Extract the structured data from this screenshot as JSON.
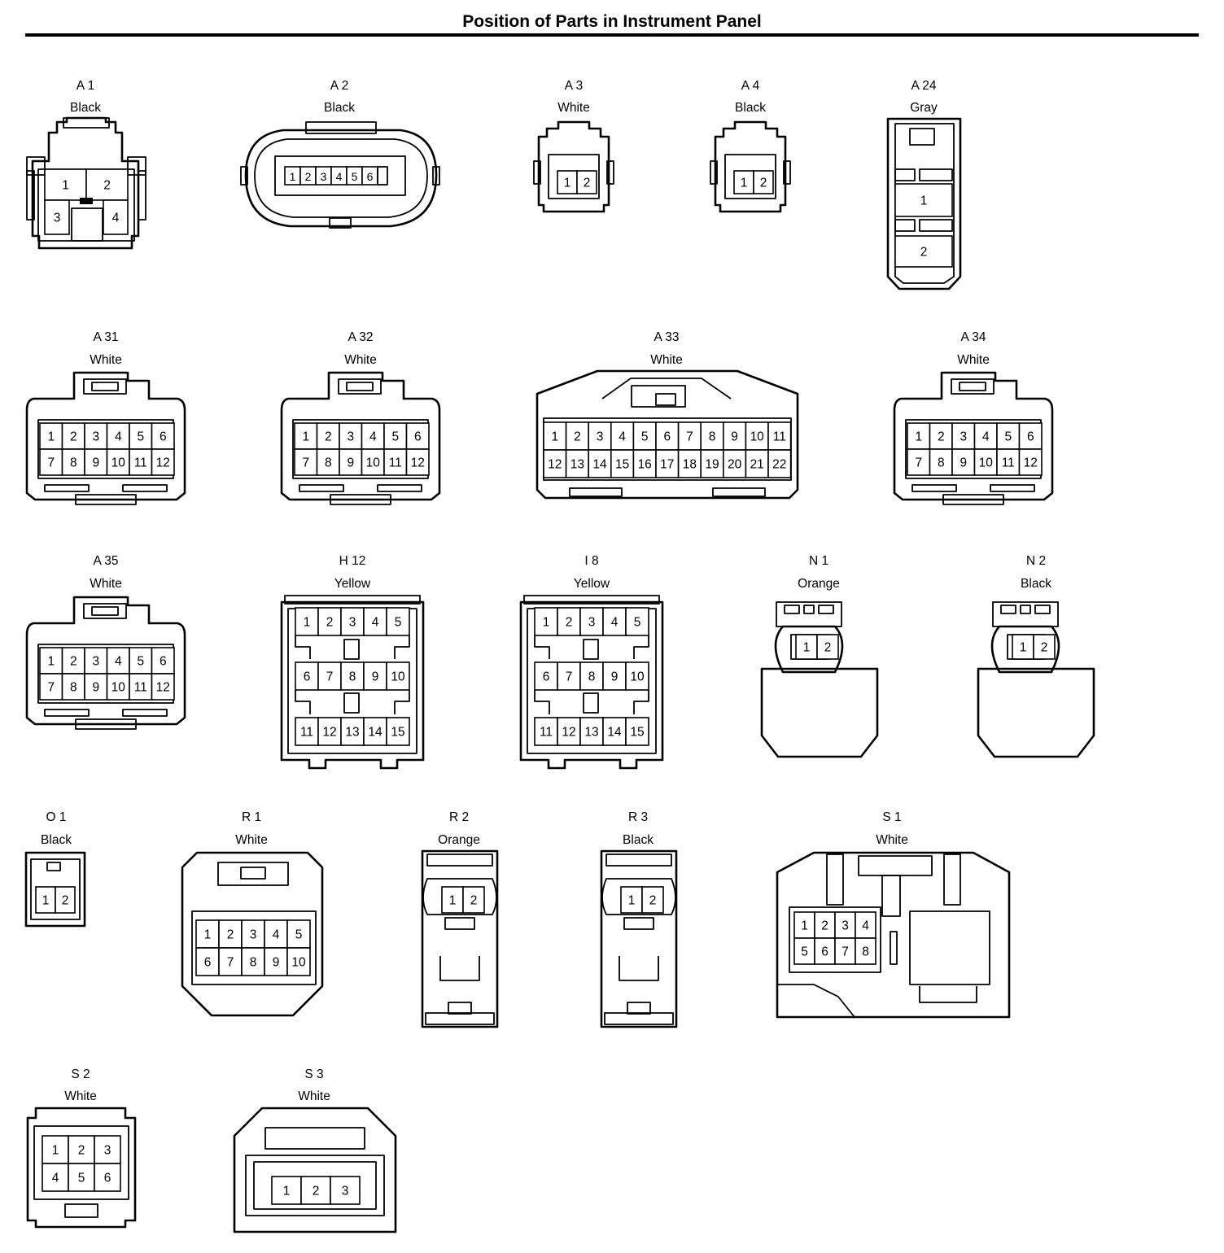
{
  "title": "Position of Parts in Instrument Panel",
  "connectors": [
    {
      "code": "A 1",
      "color": "Black",
      "pins": [
        "1",
        "2",
        "3",
        "4"
      ]
    },
    {
      "code": "A 2",
      "color": "Black",
      "pins": [
        "1",
        "2",
        "3",
        "4",
        "5",
        "6"
      ]
    },
    {
      "code": "A 3",
      "color": "White",
      "pins": [
        "1",
        "2"
      ]
    },
    {
      "code": "A 4",
      "color": "Black",
      "pins": [
        "1",
        "2"
      ]
    },
    {
      "code": "A 24",
      "color": "Gray",
      "pins": [
        "1",
        "2"
      ]
    },
    {
      "code": "A 31",
      "color": "White",
      "pins": [
        "1",
        "2",
        "3",
        "4",
        "5",
        "6",
        "7",
        "8",
        "9",
        "10",
        "11",
        "12"
      ]
    },
    {
      "code": "A 32",
      "color": "White",
      "pins": [
        "1",
        "2",
        "3",
        "4",
        "5",
        "6",
        "7",
        "8",
        "9",
        "10",
        "11",
        "12"
      ]
    },
    {
      "code": "A 33",
      "color": "White",
      "pins": [
        "1",
        "2",
        "3",
        "4",
        "5",
        "6",
        "7",
        "8",
        "9",
        "10",
        "11",
        "12",
        "13",
        "14",
        "15",
        "16",
        "17",
        "18",
        "19",
        "20",
        "21",
        "22"
      ]
    },
    {
      "code": "A 34",
      "color": "White",
      "pins": [
        "1",
        "2",
        "3",
        "4",
        "5",
        "6",
        "7",
        "8",
        "9",
        "10",
        "11",
        "12"
      ]
    },
    {
      "code": "A 35",
      "color": "White",
      "pins": [
        "1",
        "2",
        "3",
        "4",
        "5",
        "6",
        "7",
        "8",
        "9",
        "10",
        "11",
        "12"
      ]
    },
    {
      "code": "H 12",
      "color": "Yellow",
      "pins": [
        "1",
        "2",
        "3",
        "4",
        "5",
        "6",
        "7",
        "8",
        "9",
        "10",
        "11",
        "12",
        "13",
        "14",
        "15"
      ]
    },
    {
      "code": "I 8",
      "color": "Yellow",
      "pins": [
        "1",
        "2",
        "3",
        "4",
        "5",
        "6",
        "7",
        "8",
        "9",
        "10",
        "11",
        "12",
        "13",
        "14",
        "15"
      ]
    },
    {
      "code": "N 1",
      "color": "Orange",
      "pins": [
        "1",
        "2"
      ]
    },
    {
      "code": "N 2",
      "color": "Black",
      "pins": [
        "1",
        "2"
      ]
    },
    {
      "code": "O 1",
      "color": "Black",
      "pins": [
        "1",
        "2"
      ]
    },
    {
      "code": "R 1",
      "color": "White",
      "pins": [
        "1",
        "2",
        "3",
        "4",
        "5",
        "6",
        "7",
        "8",
        "9",
        "10"
      ]
    },
    {
      "code": "R 2",
      "color": "Orange",
      "pins": [
        "1",
        "2"
      ]
    },
    {
      "code": "R 3",
      "color": "Black",
      "pins": [
        "1",
        "2"
      ]
    },
    {
      "code": "S 1",
      "color": "White",
      "pins": [
        "1",
        "2",
        "3",
        "4",
        "5",
        "6",
        "7",
        "8"
      ]
    },
    {
      "code": "S 2",
      "color": "White",
      "pins": [
        "1",
        "2",
        "3",
        "4",
        "5",
        "6"
      ]
    },
    {
      "code": "S 3",
      "color": "White",
      "pins": [
        "1",
        "2",
        "3"
      ]
    }
  ]
}
